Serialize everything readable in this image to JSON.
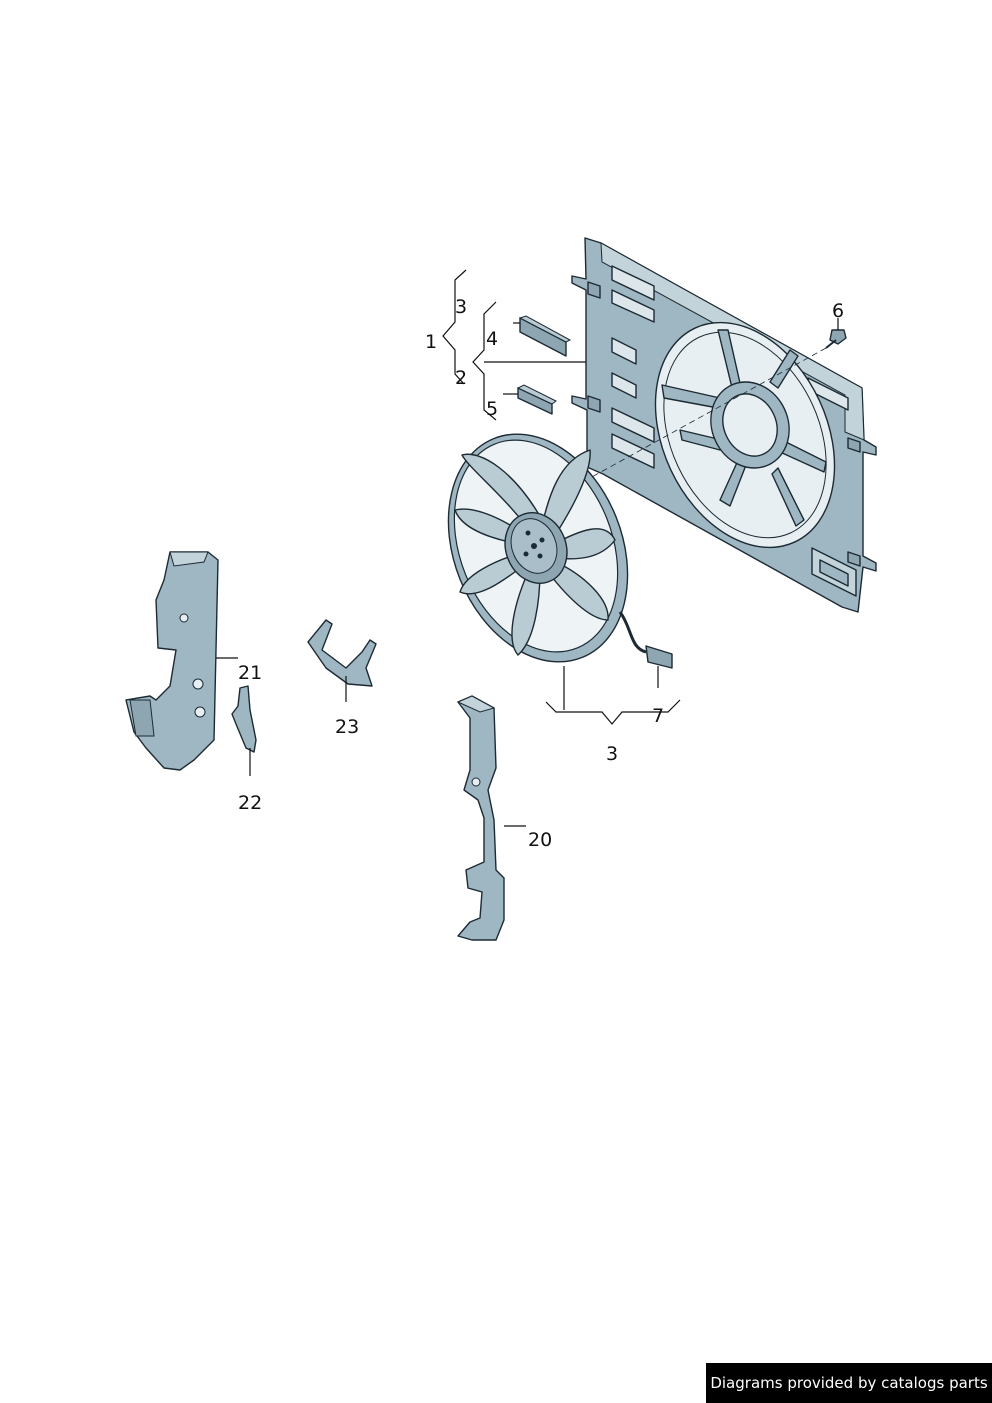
{
  "labels": {
    "l1": "1",
    "l2": "2",
    "l3_top": "3",
    "l4": "4",
    "l5": "5",
    "l6": "6",
    "l7": "7",
    "l3_bottom": "3",
    "l20": "20",
    "l21": "21",
    "l22": "22",
    "l23": "23"
  },
  "footer": {
    "credit": "Diagrams provided by catalogs parts"
  },
  "colors": {
    "part_fill": "#aec3cc",
    "part_fill_dark": "#8ea6b1",
    "part_fill_light": "#c8d7de",
    "outline": "#1c2a33",
    "credit_bg": "#000000",
    "credit_text": "#ffffff"
  }
}
